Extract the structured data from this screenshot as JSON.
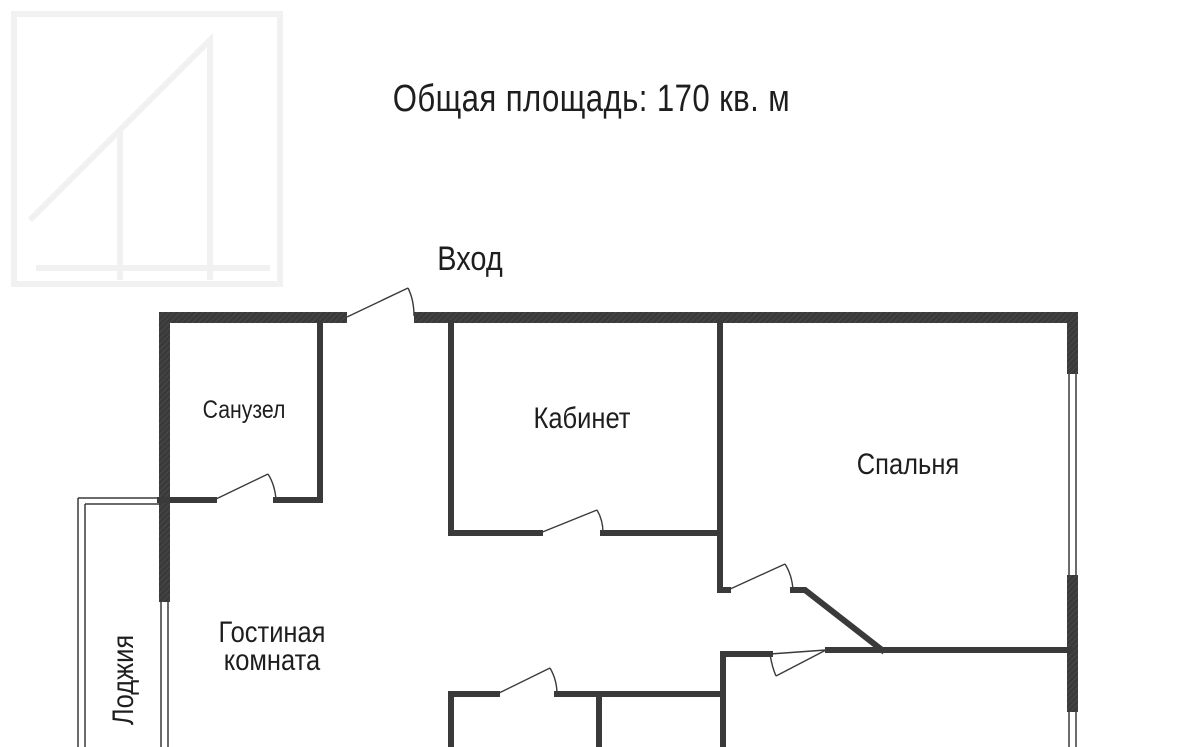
{
  "title": "Общая площадь: 170 кв. м",
  "rooms": {
    "entrance": "Вход",
    "bathroom": "Санузел",
    "study": "Кабинет",
    "bedroom": "Спальня",
    "living_line1": "Гостиная",
    "living_line2": "комната",
    "loggia": "Лоджия"
  },
  "colors": {
    "wall": "#3a3a3a",
    "text": "#1e1e1e",
    "watermark": "#f1f1f1"
  }
}
